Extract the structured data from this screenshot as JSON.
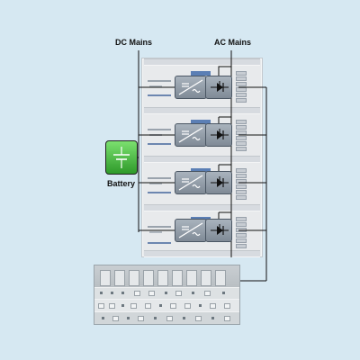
{
  "labels": {
    "dc_mains": "DC Mains",
    "ac_mains": "AC Mains",
    "battery": "Battery"
  },
  "icons": {
    "battery": "battery-capacitor-icon",
    "inverter": "inverter-dc-ac-icon",
    "static_switch": "static-switch-diode-icon"
  },
  "colors": {
    "background": "#d6e8f2",
    "battery_green": "#3fb33b",
    "wire": "#111111",
    "module_gray": "#8f9aa6"
  }
}
